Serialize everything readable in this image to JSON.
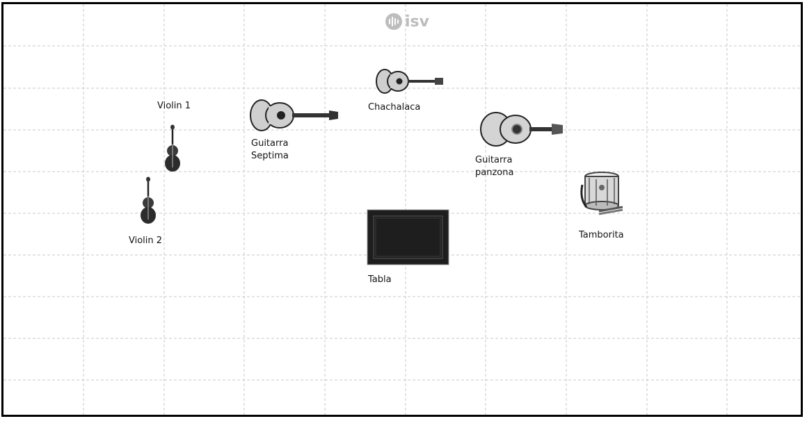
{
  "logo": {
    "text": "isv",
    "icon": "soundwave-icon",
    "color": "#bdbdbd"
  },
  "labels": {
    "violin1": "Violin 1",
    "violin2": "Violin 2",
    "guitarra_septima_line1": "Guitarra",
    "guitarra_septima_line2": "Septima",
    "chachalaca": "Chachalaca",
    "guitarra_panzona_line1": "Guitarra",
    "guitarra_panzona_line2": "panzona",
    "tamborita": "Tamborita",
    "tabla": "Tabla"
  },
  "colors": {
    "grid": "#c8c8c8",
    "border": "#000000",
    "board": "#ffffff"
  }
}
